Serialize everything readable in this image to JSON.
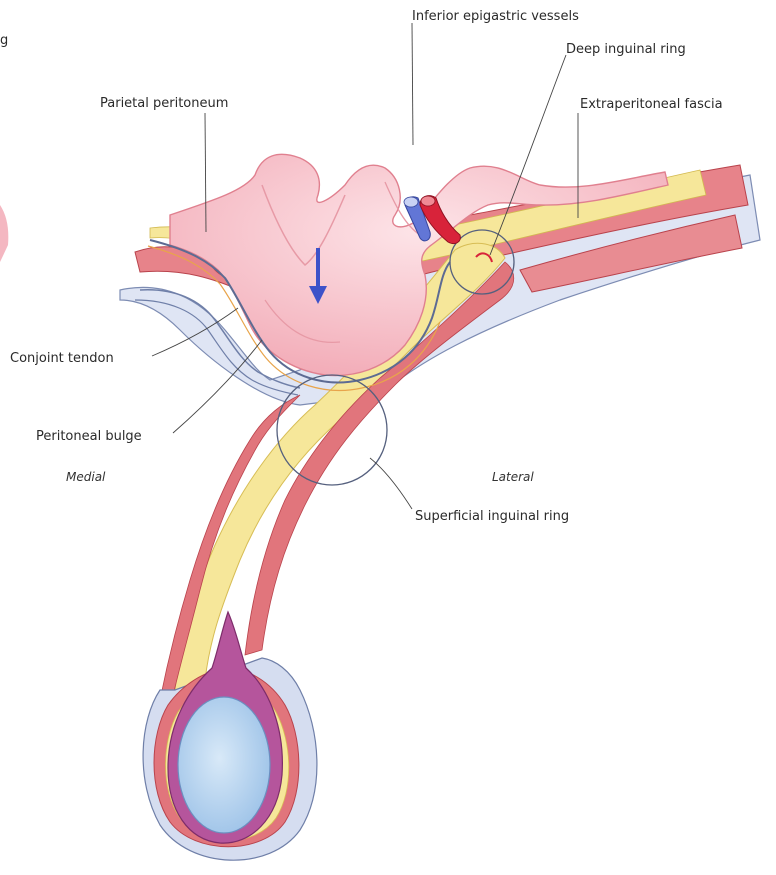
{
  "labels": {
    "edge_fragment": "g",
    "inferior_epigastric_vessels": "Inferior epigastric vessels",
    "deep_inguinal_ring": "Deep inguinal ring",
    "parietal_peritoneum": "Parietal peritoneum",
    "extraperitoneal_fascia": "Extraperitoneal fascia",
    "conjoint_tendon": "Conjoint tendon",
    "peritoneal_bulge": "Peritoneal bulge",
    "medial": "Medial",
    "lateral": "Lateral",
    "superficial_inguinal_ring": "Superficial inguinal ring"
  },
  "colors": {
    "peritoneum_pink": "#f7c6cd",
    "peritoneum_edge": "#e58b98",
    "fat_yellow": "#f6e79a",
    "muscle_red": "#e0737a",
    "fascia_blue": "#c9d3ec",
    "fascia_line": "#6f7fa8",
    "testis_blue": "#b9d6f0",
    "tunica_purple": "#a44e8e",
    "artery_red": "#d8233a",
    "vein_blue": "#5b6fd1",
    "arrow_blue": "#3d52c9"
  }
}
